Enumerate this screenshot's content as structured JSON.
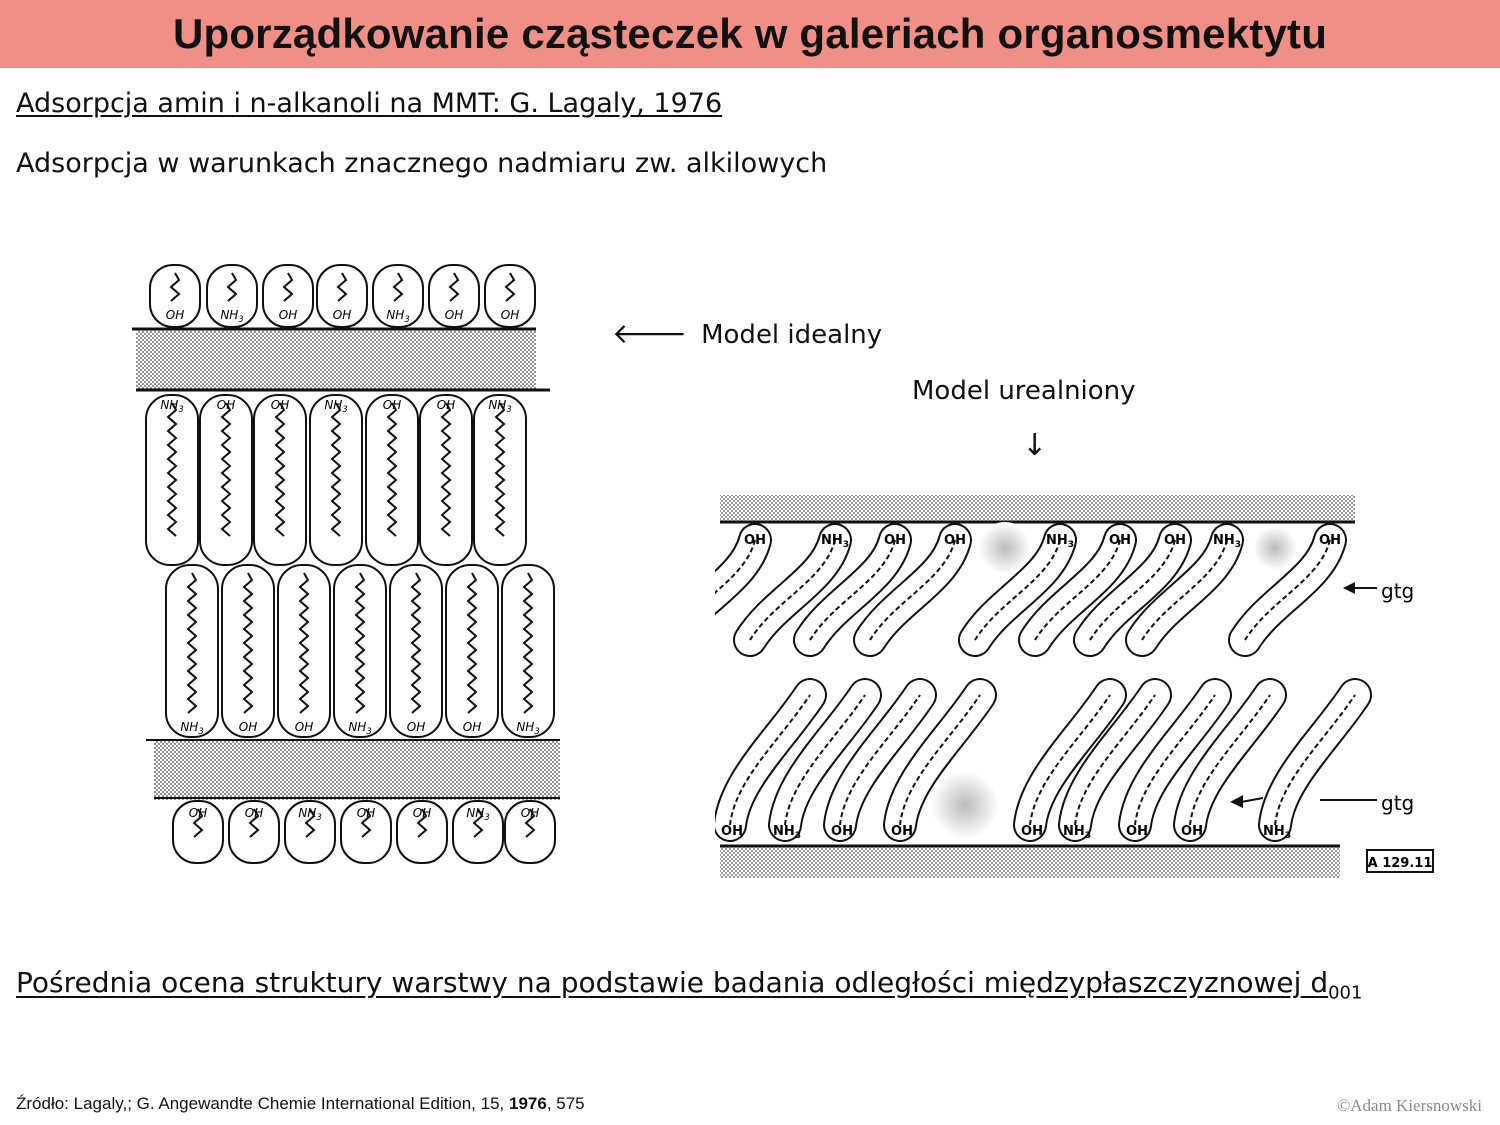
{
  "header": {
    "title": "Uporządkowanie cząsteczek w galeriach organosmektytu"
  },
  "intro": {
    "subtitle": "Adsorpcja amin i n-alkanoli na MMT: G. Lagaly, 1976",
    "line2": "Adsorpcja w warunkach znacznego nadmiaru zw. alkilowych"
  },
  "figure_ideal": {
    "label": "Model idealny",
    "arrow": "🡐",
    "top_heads": [
      "OH",
      "NH3",
      "OH",
      "OH",
      "NH3",
      "OH",
      "OH"
    ],
    "upper_mid_heads": [
      "NH3",
      "OH",
      "OH",
      "NH3",
      "OH",
      "OH",
      "NH3"
    ],
    "lower_mid_heads": [
      "NH3",
      "OH",
      "OH",
      "NH3",
      "OH",
      "OH",
      "NH3"
    ],
    "bottom_heads": [
      "OH",
      "OH",
      "NH3",
      "OH",
      "OH",
      "NH3",
      "OH"
    ]
  },
  "figure_real": {
    "label": "Model urealniony",
    "arrow": "↓",
    "top_heads": [
      "OH",
      "NH3",
      "OH",
      "OH",
      "NH3",
      "OH",
      "OH",
      "NH3",
      "OH"
    ],
    "bottom_heads": [
      "OH",
      "NH3",
      "OH",
      "OH",
      "OH",
      "NH3",
      "OH",
      "OH",
      "NH3"
    ],
    "annotation": "gtg",
    "figure_code": "A 129.11"
  },
  "bottom": {
    "text": "Pośrednia ocena struktury warstwy na podstawie badania odległości międzypłaszczyznowej d",
    "subscript": "001"
  },
  "source": {
    "prefix": "Źródło: Lagaly,; G. Angewandte Chemie International Edition,  15, ",
    "year": "1976",
    "suffix": ", 575"
  },
  "copyright": "©Adam Kiersnowski"
}
